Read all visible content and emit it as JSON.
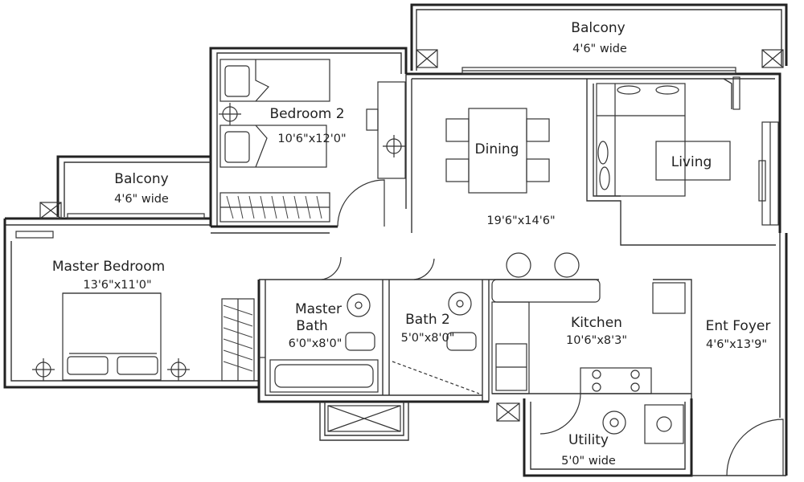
{
  "rooms": {
    "balcony_top": {
      "name": "Balcony",
      "size": "4'6\"  wide"
    },
    "bedroom2": {
      "name": "Bedroom 2",
      "size": "10'6\"x12'0\""
    },
    "dining": {
      "name": "Dining"
    },
    "living": {
      "name": "Living",
      "size": "19'6\"x14'6\""
    },
    "balcony_left": {
      "name": "Balcony",
      "size": "4'6\" wide"
    },
    "master_bedroom": {
      "name": "Master Bedroom",
      "size": "13'6\"x11'0\""
    },
    "master_bath": {
      "name_line1": "Master",
      "name_line2": "Bath",
      "size": "6'0\"x8'0\""
    },
    "bath2": {
      "name": "Bath 2",
      "size": "5'0\"x8'0\""
    },
    "kitchen": {
      "name": "Kitchen",
      "size": "10'6\"x8'3\""
    },
    "ent_foyer": {
      "name": "Ent Foyer",
      "size": "4'6\"x13'9\""
    },
    "utility": {
      "name": "Utility",
      "size": "5'0\" wide"
    }
  },
  "colors": {
    "line": "#222222",
    "background": "#ffffff"
  }
}
